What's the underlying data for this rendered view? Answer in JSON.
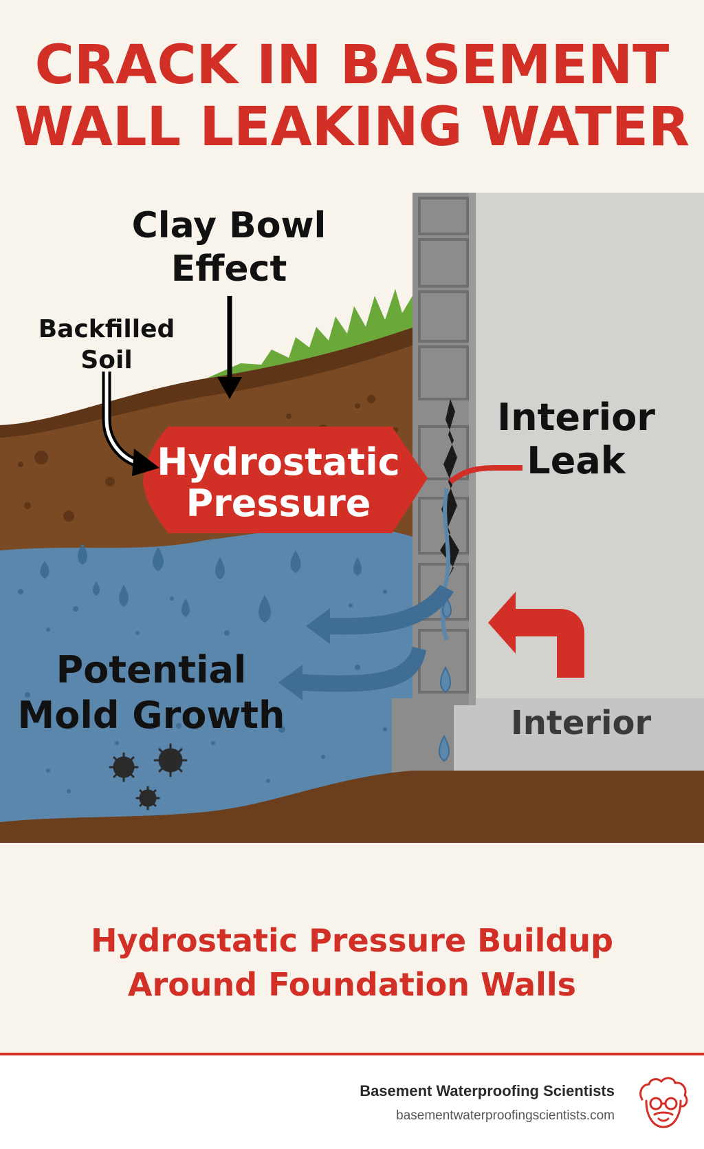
{
  "title": {
    "line1": "CRACK IN BASEMENT",
    "line2": "WALL LEAKING WATER"
  },
  "labels": {
    "clay_bowl_line1": "Clay Bowl",
    "clay_bowl_line2": "Effect",
    "backfilled_line1": "Backfilled",
    "backfilled_line2": "Soil",
    "hydrostatic_line1": "Hydrostatic",
    "hydrostatic_line2": "Pressure",
    "interior_leak_line1": "Interior",
    "interior_leak_line2": "Leak",
    "mold_line1": "Potential",
    "mold_line2": "Mold Growth",
    "interior": "Interior"
  },
  "subtitle": {
    "line1": "Hydrostatic Pressure Buildup",
    "line2": "Around Foundation Walls"
  },
  "footer": {
    "brand": "Basement Waterproofing Scientists",
    "url": "basementwaterproofingscientists.com",
    "logo_icon": "scientist-face-icon"
  },
  "colors": {
    "accent_red": "#d22f27",
    "soil": "#7a4a24",
    "water": "#5b87ad",
    "grass": "#6aa83a",
    "wall": "#8c8c8c",
    "background": "#f8f4ec"
  }
}
